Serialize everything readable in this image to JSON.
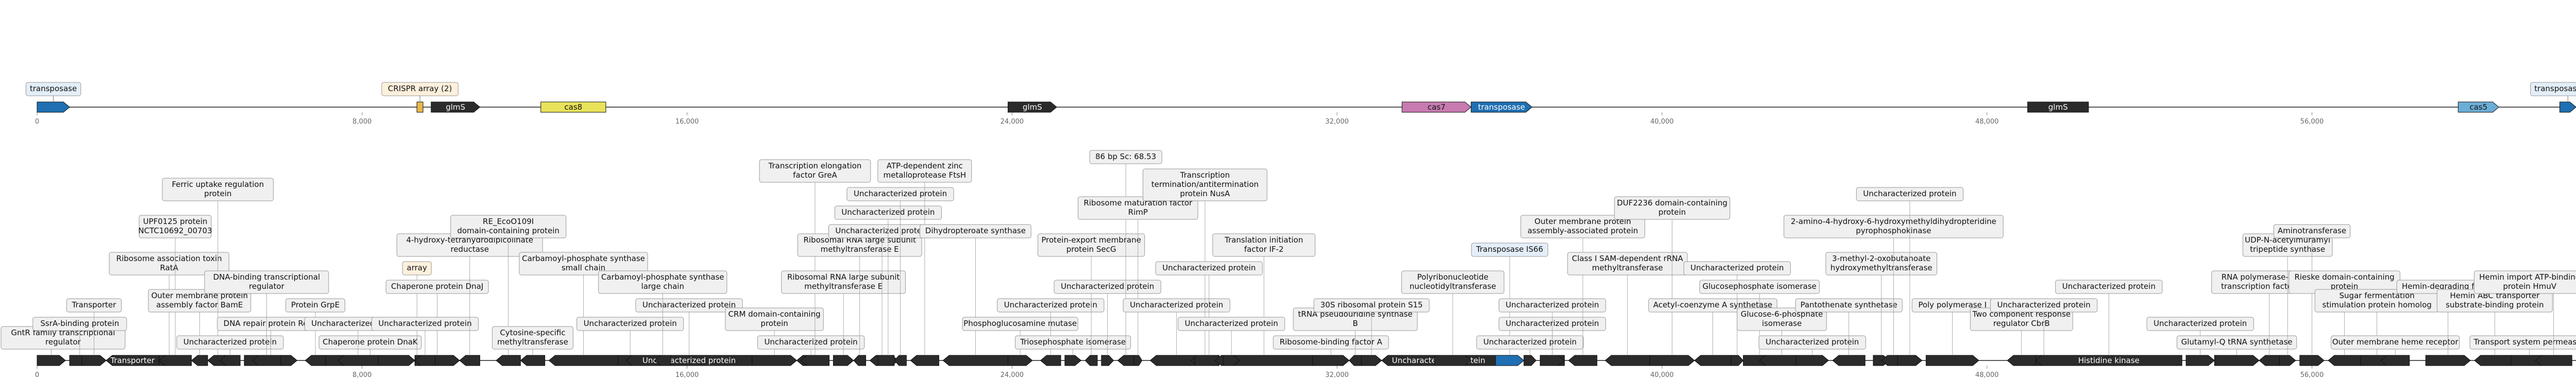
{
  "axis": {
    "min": 0,
    "max": 62500,
    "ticks": [
      "0",
      "8,000",
      "16,000",
      "24,000",
      "32,000",
      "40,000",
      "48,000",
      "56,000"
    ],
    "tick_values": [
      0,
      8000,
      16000,
      24000,
      32000,
      40000,
      48000,
      56000
    ]
  },
  "colors": {
    "dark": "#2b2b2b",
    "transposase": "#1f6fb2",
    "cas8": "#e8e35a",
    "cas7": "#c77bb0",
    "cas5": "#6baed6",
    "crispr": "#e8b84a",
    "label_bg": "#f0f0f0",
    "label_border": "#999999",
    "blue_bg": "#e3eef8",
    "orange_bg": "#fdf0dc"
  },
  "top_track": {
    "features": [
      {
        "start": 0,
        "end": 800,
        "strand": 1,
        "color": "transposase",
        "label": "transposase",
        "row": 0,
        "tone": "blue"
      },
      {
        "start": 9350,
        "end": 9500,
        "strand": 0,
        "color": "crispr",
        "label": "CRISPR array (2)",
        "row": 0,
        "tone": "orange"
      },
      {
        "start": 9700,
        "end": 10900,
        "strand": 1,
        "color": "dark",
        "inner": "glmS"
      },
      {
        "start": 12400,
        "end": 14000,
        "strand": 0,
        "color": "cas8",
        "inner": "cas8"
      },
      {
        "start": 23900,
        "end": 25100,
        "strand": 1,
        "color": "dark",
        "inner": "glmS"
      },
      {
        "start": 33600,
        "end": 35300,
        "strand": 1,
        "color": "cas7",
        "inner": "cas7"
      },
      {
        "start": 35300,
        "end": 36800,
        "strand": 1,
        "color": "transposase",
        "inner": "transposase"
      },
      {
        "start": 49000,
        "end": 50500,
        "strand": 0,
        "color": "dark",
        "inner": "glmS"
      },
      {
        "start": 59600,
        "end": 60600,
        "strand": 1,
        "color": "cas5",
        "inner": "cas5"
      },
      {
        "start": 62100,
        "end": 62500,
        "strand": 1,
        "color": "transposase",
        "label": "transposase",
        "row": 0,
        "tone": "blue"
      }
    ]
  },
  "bottom_track": {
    "features": [
      {
        "start": 0,
        "end": 700,
        "strand": 1,
        "label": "GntR family transcriptional regulator",
        "row": 0
      },
      {
        "start": 800,
        "end": 1300,
        "strand": 1,
        "label": "SsrA-binding protein",
        "row": 1
      },
      {
        "start": 1100,
        "end": 1700,
        "strand": 1,
        "label": "Transporter",
        "row": 2
      },
      {
        "start": 1700,
        "end": 3000,
        "strand": -1,
        "inner": "Transporter"
      },
      {
        "start": 3000,
        "end": 3500,
        "strand": 1,
        "label": "Ribosome association toxin RatA",
        "row": 4
      },
      {
        "start": 3000,
        "end": 3800,
        "strand": -1,
        "label": "UPF0125 protein NCTC10692_00703",
        "row": 6
      },
      {
        "start": 3800,
        "end": 4200,
        "strand": -1,
        "label": "Outer membrane protein assembly factor BamE",
        "row": 2
      },
      {
        "start": 4200,
        "end": 4700,
        "strand": -1,
        "label": "Ferric uptake regulation protein",
        "row": 8
      },
      {
        "start": 4500,
        "end": 5000,
        "strand": -1,
        "label": "Uncharacterized protein",
        "row": 0
      },
      {
        "start": 5100,
        "end": 6400,
        "strand": 1,
        "label": "DNA repair protein RecN",
        "row": 1
      },
      {
        "start": 5300,
        "end": 6000,
        "strand": -1,
        "label": "DNA-binding transcriptional regulator",
        "row": 3
      },
      {
        "start": 6600,
        "end": 7100,
        "strand": -1,
        "label": "Protein GrpE",
        "row": 2
      },
      {
        "start": 7100,
        "end": 9300,
        "strand": 1,
        "label": "Chaperone protein DnaK",
        "row": 0
      },
      {
        "start": 7400,
        "end": 8400,
        "strand": -1,
        "label": "Uncharacterized protein",
        "row": 1
      },
      {
        "start": 9300,
        "end": 9400,
        "strand": 0,
        "label": "array",
        "row": 4,
        "color": "crispr",
        "tone": "orange"
      },
      {
        "start": 9300,
        "end": 10400,
        "strand": 1,
        "label": "Chaperone protein DnaJ",
        "row": 3
      },
      {
        "start": 9300,
        "end": 9800,
        "strand": -1,
        "label": "Uncharacterized protein",
        "row": 1
      },
      {
        "start": 10400,
        "end": 10900,
        "strand": -1,
        "label": "4-hydroxy-tetrahydrodipicolinate reductase",
        "row": 5
      },
      {
        "start": 11300,
        "end": 11900,
        "strand": -1,
        "label": "RE_EcoO109I domain-containing protein",
        "row": 6
      },
      {
        "start": 11900,
        "end": 12500,
        "strand": -1,
        "label": "Cytosine-specific methyltransferase",
        "row": 0
      },
      {
        "start": 12600,
        "end": 14300,
        "strand": -1,
        "label": "Carbamoyl-phosphate synthase small chain",
        "row": 4
      },
      {
        "start": 14300,
        "end": 14900,
        "strand": 1,
        "label": "Uncharacterized protein",
        "row": 1
      },
      {
        "start": 14500,
        "end": 17600,
        "strand": -1,
        "inner": "Uncharacterized protein",
        "label": "Uncharacterized protein",
        "row": 2
      },
      {
        "start": 15200,
        "end": 15600,
        "strand": -1,
        "label": "Carbamoyl-phosphate synthase large chain",
        "row": 3
      },
      {
        "start": 17600,
        "end": 18700,
        "strand": 1,
        "label": "CRM domain-containing protein",
        "row": 1
      },
      {
        "start": 18700,
        "end": 19400,
        "strand": -1,
        "label": "Uncharacterized protein",
        "row": 0
      },
      {
        "start": 18800,
        "end": 19500,
        "strand": -1,
        "label": "Transcription elongation factor GreA",
        "row": 9
      },
      {
        "start": 19600,
        "end": 20100,
        "strand": 1,
        "label": "Ribosomal RNA large subunit methyltransferase E",
        "row": 3
      },
      {
        "start": 20100,
        "end": 20400,
        "strand": -1,
        "label": "Ribosomal RNA large subunit methyltransferase E",
        "row": 5
      },
      {
        "start": 20500,
        "end": 21100,
        "strand": -1,
        "label": "Uncharacterized protein",
        "row": 6
      },
      {
        "start": 20700,
        "end": 21200,
        "strand": 1,
        "label": "Uncharacterized protein",
        "row": 7
      },
      {
        "start": 21100,
        "end": 21400,
        "strand": -1,
        "label": "Uncharacterized protein",
        "row": 8
      },
      {
        "start": 21500,
        "end": 22200,
        "strand": -1,
        "label": "ATP-dependent zinc metalloprotease FtsH",
        "row": 9
      },
      {
        "start": 22300,
        "end": 23900,
        "strand": -1,
        "label": "Dihydropteroate synthase",
        "row": 6
      },
      {
        "start": 23900,
        "end": 24500,
        "strand": 1,
        "label": "Phosphoglucosamine mutase",
        "row": 1
      },
      {
        "start": 24700,
        "end": 25200,
        "strand": -1,
        "label": "Uncharacterized protein",
        "row": 2
      },
      {
        "start": 25300,
        "end": 25700,
        "strand": 1,
        "label": "Triosephosphate isomerase",
        "row": 0
      },
      {
        "start": 25800,
        "end": 26100,
        "strand": -1,
        "label": "Protein-export membrane protein SecG",
        "row": 5
      },
      {
        "start": 26200,
        "end": 26500,
        "strand": 1,
        "label": "Uncharacterized protein",
        "row": 3
      },
      {
        "start": 26600,
        "end": 27000,
        "strand": -1,
        "label": "86 bp Sc: 68.53",
        "row": 10
      },
      {
        "start": 27000,
        "end": 27200,
        "strand": 1,
        "label": "Ribosome maturation factor RimP",
        "row": 7
      },
      {
        "start": 27400,
        "end": 28700,
        "strand": -1,
        "label": "Uncharacterized protein",
        "row": 2
      },
      {
        "start": 28400,
        "end": 29100,
        "strand": -1,
        "label": "Transcription termination/antitermination protein NusA",
        "row": 8
      },
      {
        "start": 28500,
        "end": 29200,
        "strand": 1,
        "label": "Uncharacterized protein",
        "row": 4
      },
      {
        "start": 29000,
        "end": 31400,
        "strand": -1,
        "label": "Translation initiation factor IF-2",
        "row": 5
      },
      {
        "start": 29200,
        "end": 29600,
        "strand": 1,
        "label": "Uncharacterized protein",
        "row": 1
      },
      {
        "start": 31400,
        "end": 32300,
        "strand": 1,
        "label": "Ribosome-binding factor A",
        "row": 0
      },
      {
        "start": 32300,
        "end": 32600,
        "strand": -1,
        "label": "tRNA pseudouridine synthase B",
        "row": 1
      },
      {
        "start": 32600,
        "end": 33100,
        "strand": 1,
        "label": "30S ribosomal protein S15",
        "row": 2
      },
      {
        "start": 33100,
        "end": 35900,
        "strand": -1,
        "inner": "Uncharacterized protein"
      },
      {
        "start": 34400,
        "end": 35300,
        "strand": 1,
        "label": "Polyribonucleotide nucleotidyltransferase",
        "row": 3
      },
      {
        "start": 35900,
        "end": 36600,
        "strand": 1,
        "label": "Transposase IS66",
        "row": 5,
        "color": "transposase",
        "tone": "blue"
      },
      {
        "start": 36600,
        "end": 36900,
        "strand": 1,
        "label": "Uncharacterized protein",
        "row": 0
      },
      {
        "start": 37000,
        "end": 37600,
        "strand": -1,
        "label": "Uncharacterized protein",
        "row": 1
      },
      {
        "start": 37000,
        "end": 37600,
        "strand": 1,
        "label": "Uncharacterized protein",
        "row": 2
      },
      {
        "start": 37700,
        "end": 38400,
        "strand": -1,
        "label": "Outer membrane protein assembly-associated protein",
        "row": 6
      },
      {
        "start": 38600,
        "end": 39700,
        "strand": -1,
        "label": "Class I SAM-dependent rRNA methyltransferase",
        "row": 4
      },
      {
        "start": 39700,
        "end": 40800,
        "strand": 1,
        "label": "DUF2236 domain-containing protein",
        "row": 7
      },
      {
        "start": 40800,
        "end": 41700,
        "strand": -1,
        "label": "Acetyl-coenzyme A synthetase",
        "row": 2
      },
      {
        "start": 41700,
        "end": 42000,
        "strand": 1,
        "label": "Uncharacterized protein",
        "row": 4
      },
      {
        "start": 42000,
        "end": 42800,
        "strand": 1,
        "label": "Glucosephosphate isomerase",
        "row": 3
      },
      {
        "start": 42400,
        "end": 43500,
        "strand": -1,
        "label": "Glucose-6-phosphate isomerase",
        "row": 1
      },
      {
        "start": 43300,
        "end": 44100,
        "strand": 1,
        "label": "Uncharacterized protein",
        "row": 0
      },
      {
        "start": 44200,
        "end": 45000,
        "strand": -1,
        "label": "Pantothenate synthetase",
        "row": 2
      },
      {
        "start": 45200,
        "end": 45600,
        "strand": 1,
        "label": "3-methyl-2-oxobutanoate hydroxymethyltransferase",
        "row": 4
      },
      {
        "start": 45400,
        "end": 46000,
        "strand": -1,
        "label": "2-amino-4-hydroxy-6-hydroxymethyldihydropteridine pyrophosphokinase",
        "row": 6
      },
      {
        "start": 45800,
        "end": 46400,
        "strand": 1,
        "label": "Uncharacterized protein",
        "row": 8
      },
      {
        "start": 46500,
        "end": 47800,
        "strand": 1,
        "label": "Poly polymerase I",
        "row": 2
      },
      {
        "start": 48500,
        "end": 49200,
        "strand": -1,
        "label": "Two component response regulator CbrB",
        "row": 1
      },
      {
        "start": 49200,
        "end": 49600,
        "strand": 1,
        "label": "Uncharacterized protein",
        "row": 2
      },
      {
        "start": 49200,
        "end": 52800,
        "strand": -1,
        "inner": "Histidine kinase",
        "label": "Uncharacterized protein",
        "row": 3
      },
      {
        "start": 52900,
        "end": 53600,
        "strand": 1,
        "label": "Uncharacterized protein",
        "row": 1
      },
      {
        "start": 53600,
        "end": 54700,
        "strand": 1,
        "label": "Glutamyl-Q tRNA synthetase",
        "row": 0
      },
      {
        "start": 54700,
        "end": 55200,
        "strand": -1,
        "label": "RNA polymerase-binding transcription factor DksA",
        "row": 3
      },
      {
        "start": 55200,
        "end": 55600,
        "strand": 1,
        "label": "UDP-N-acetylmuramyl tripeptide synthase",
        "row": 5
      },
      {
        "start": 55700,
        "end": 56300,
        "strand": 1,
        "label": "Aminotransferase",
        "row": 6
      },
      {
        "start": 56400,
        "end": 57200,
        "strand": -1,
        "label": "Rieske domain-containing protein",
        "row": 3
      },
      {
        "start": 57200,
        "end": 58000,
        "strand": 1,
        "label": "Sugar fermentation stimulation protein homolog",
        "row": 2
      },
      {
        "start": 57700,
        "end": 58400,
        "strand": -1,
        "label": "Outer membrane heme receptor",
        "row": 0
      },
      {
        "start": 58800,
        "end": 59900,
        "strand": 1,
        "label": "Hemin-degrading factor",
        "row": 3
      },
      {
        "start": 60000,
        "end": 61000,
        "strand": -1,
        "label": "Hemin ABC transporter substrate-binding protein",
        "row": 2
      },
      {
        "start": 60900,
        "end": 61800,
        "strand": 1,
        "label": "Transport system permease",
        "row": 0
      },
      {
        "start": 61500,
        "end": 62400,
        "strand": -1,
        "label": "Hemin import ATP-binding protein HmuV",
        "row": 3
      }
    ]
  }
}
